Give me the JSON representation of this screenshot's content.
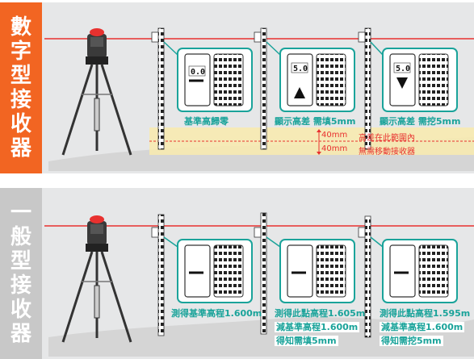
{
  "sections": {
    "digital": {
      "label_chars": [
        "數",
        "字",
        "型",
        "接",
        "收",
        "器"
      ],
      "readouts": [
        "0.0",
        "5.0",
        "5.0"
      ],
      "captions": [
        "基準高歸零",
        "顯示高差 需填5mm",
        "顯示高差 需挖5mm"
      ],
      "zone": {
        "upper_value": "40mm",
        "upper_text": "高差在此範圍內",
        "lower_value": "40mm",
        "lower_text": "無需移動接收器"
      }
    },
    "general": {
      "label_chars": [
        "一",
        "般",
        "型",
        "接",
        "收",
        "器"
      ],
      "captions": [
        [
          "測得基準高程1.600m"
        ],
        [
          "測得此點高程1.605m",
          "減基準高程1.600m",
          "得知需填5mm"
        ],
        [
          "測得此點高程1.595m",
          "減基準高程1.600m",
          "得知需挖5mm"
        ]
      ]
    }
  },
  "colors": {
    "accent_orange": "#f26522",
    "teal": "#1aa39a",
    "laser_red": "#e8312f",
    "panel_gray": "#e6e7e8"
  }
}
